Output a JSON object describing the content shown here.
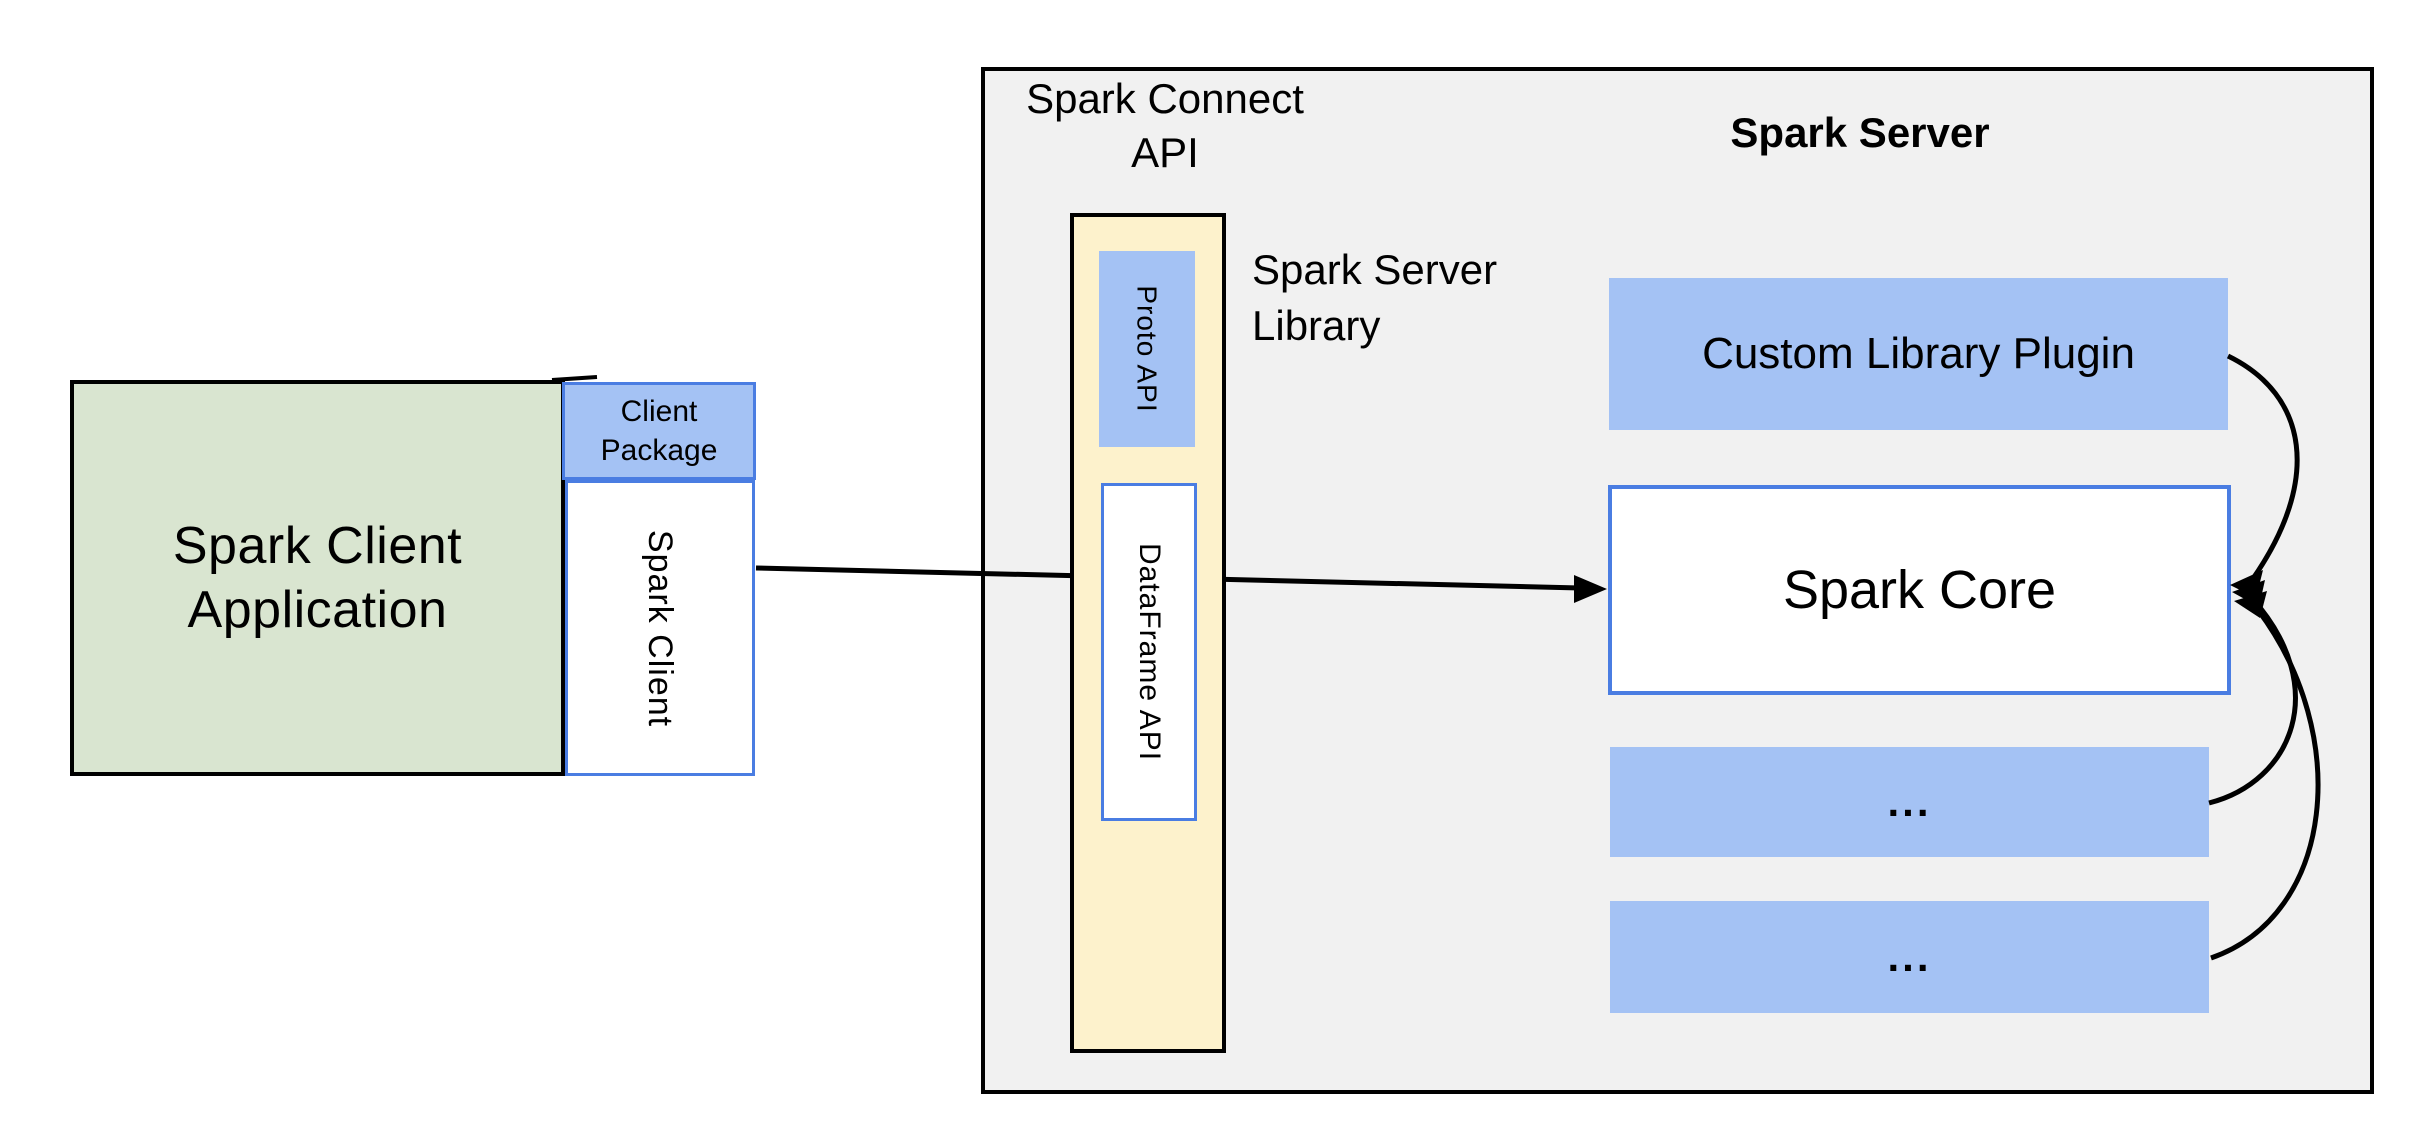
{
  "diagram": {
    "client": {
      "application": {
        "line1": "Spark Client",
        "line2": "Application"
      },
      "client_package": {
        "line1": "Client",
        "line2": "Package"
      },
      "spark_client": "Spark Client"
    },
    "connect_api": {
      "line1": "Spark Connect",
      "line2": "API"
    },
    "server_library_label": {
      "line1": "Spark Server",
      "line2": "Library"
    },
    "proto_api": "Proto API",
    "dataframe_api": "DataFrame API",
    "server": {
      "title": "Spark Server",
      "custom_library_plugin": "Custom Library Plugin",
      "spark_core": "Spark Core",
      "plugin_slot_1": "...",
      "plugin_slot_2": "..."
    },
    "colors": {
      "green_fill": "#d9e5d0",
      "blue_fill": "#a4c2f4",
      "blue_border": "#4a7de2",
      "yellow_fill": "#fdf2cc",
      "gray_fill": "#f1f1f1",
      "line": "#000000"
    }
  }
}
